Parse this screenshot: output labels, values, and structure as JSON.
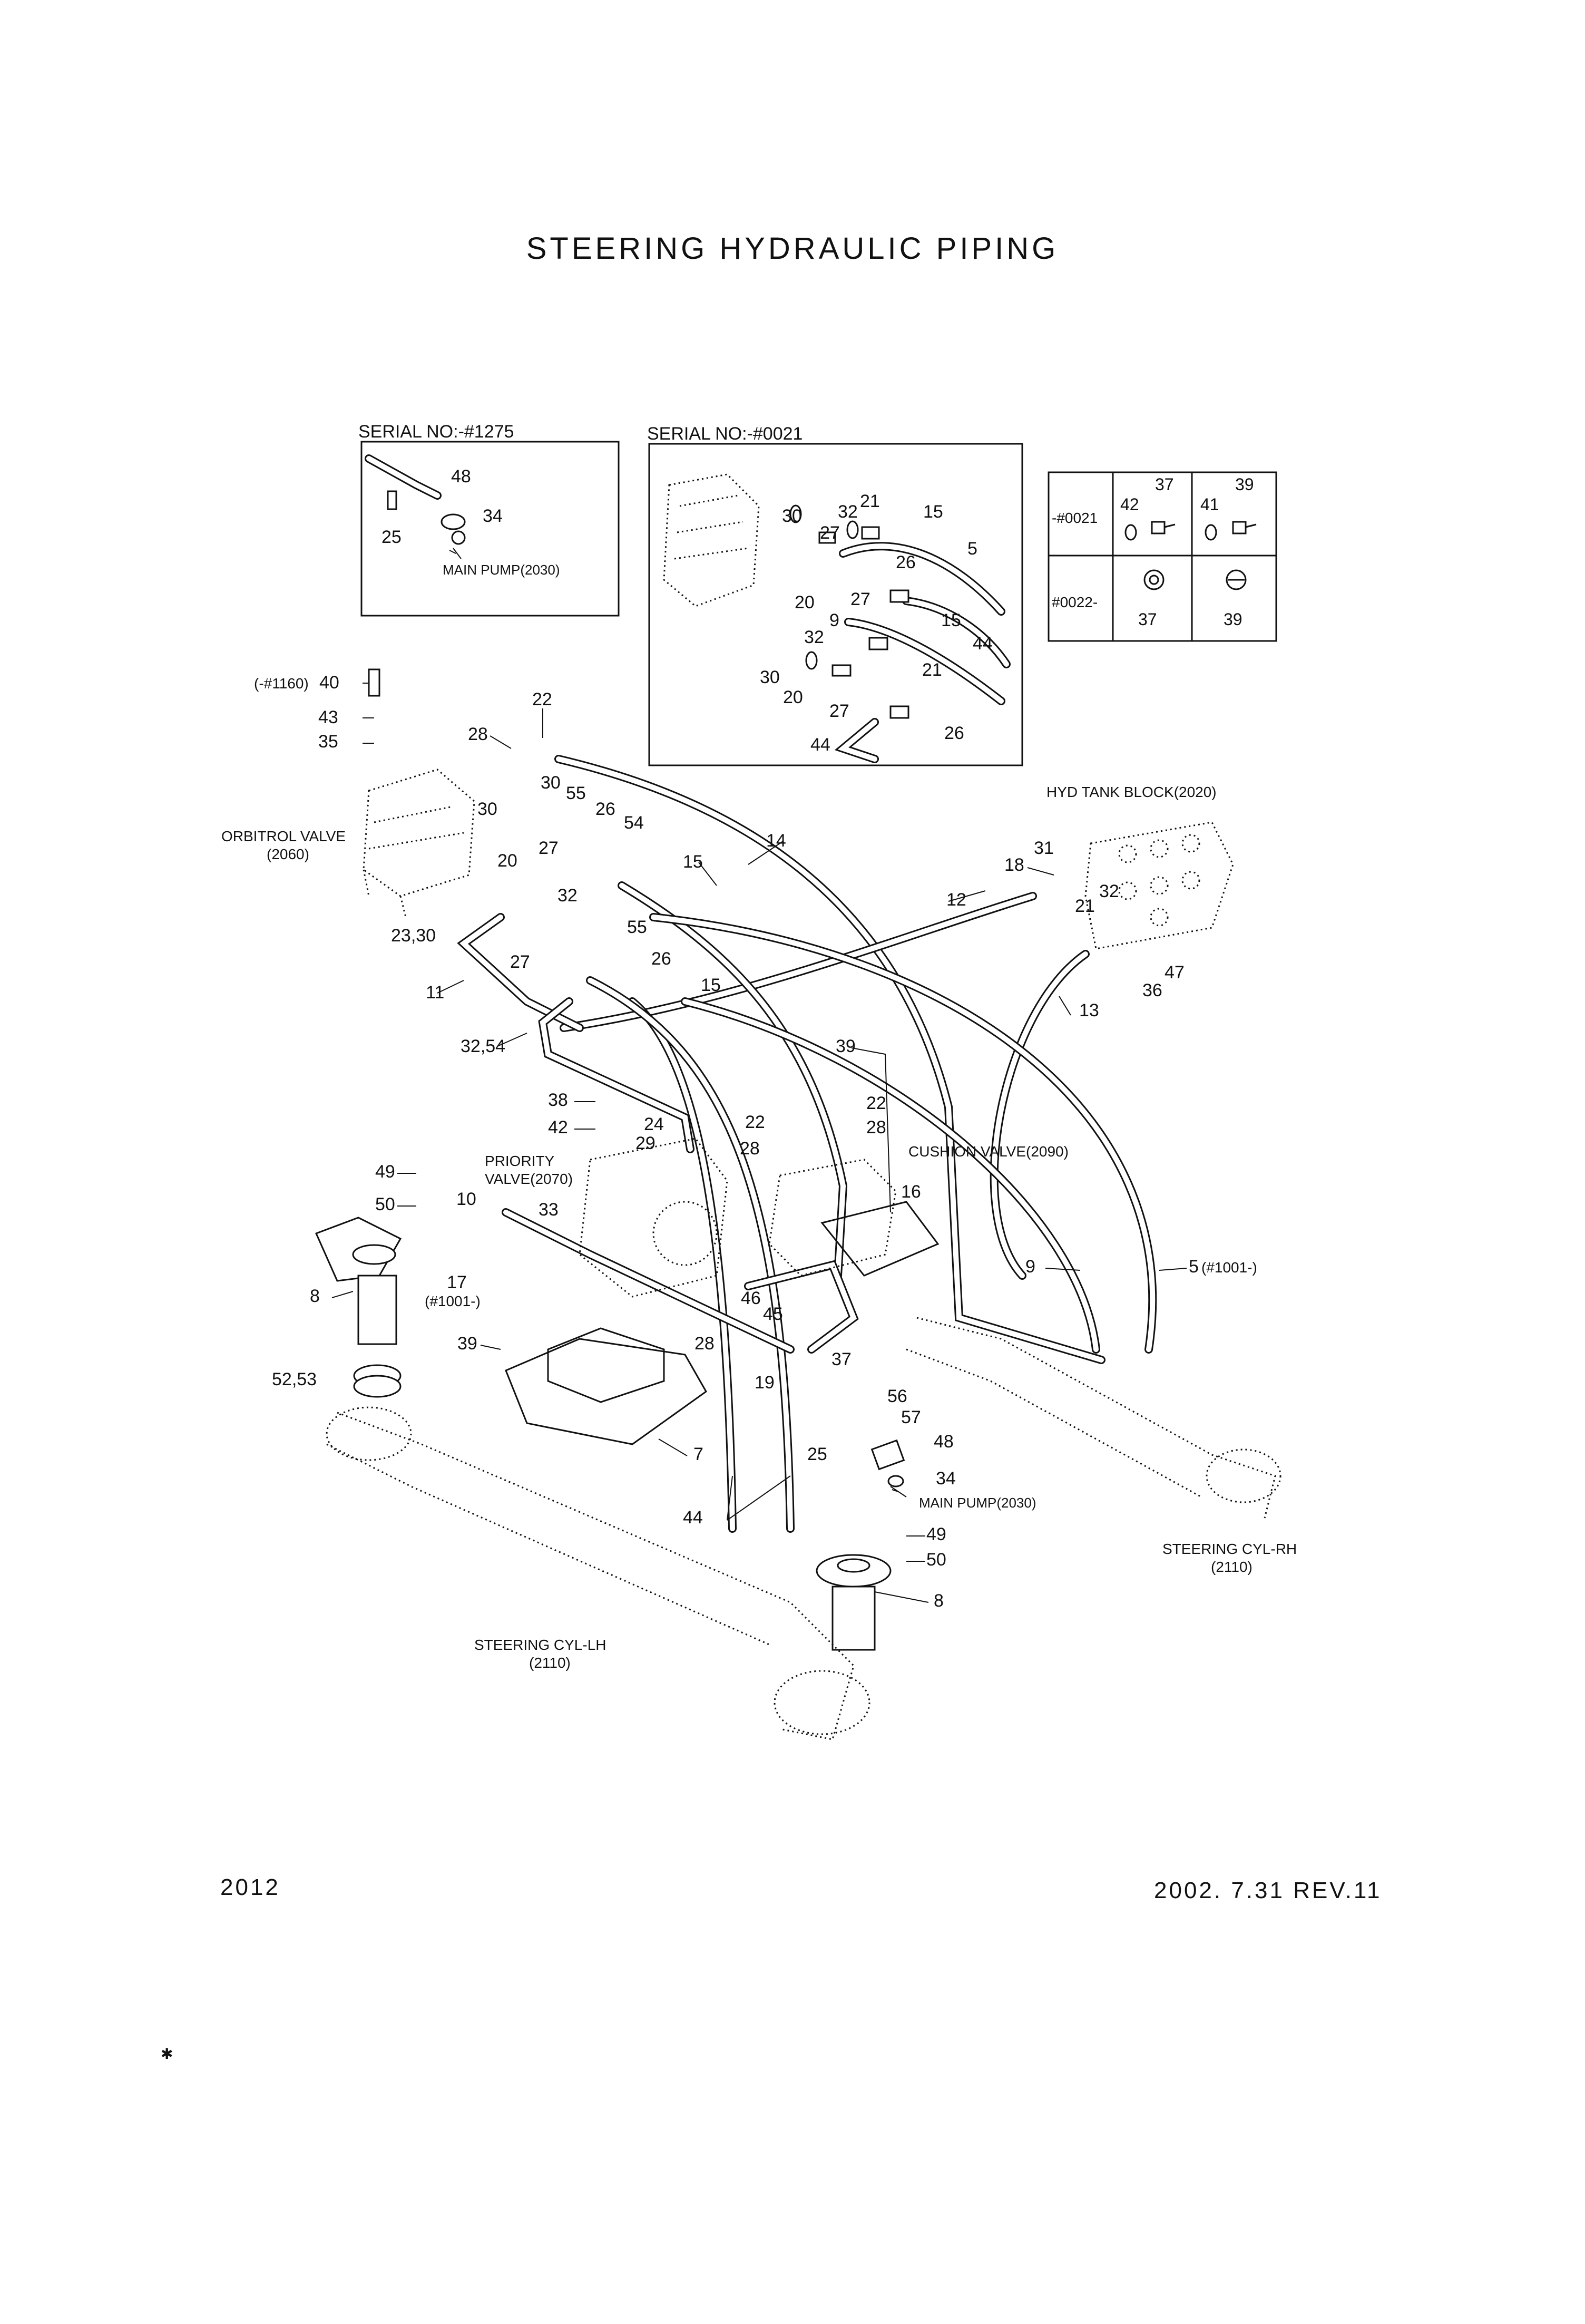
{
  "title": "STEERING HYDRAULIC PIPING",
  "footer": {
    "page_number": "2012",
    "date_rev": "2002. 7.31  REV.11"
  },
  "insets": {
    "serial_1275": {
      "label": "SERIAL NO:-#1275",
      "parts": [
        "48",
        "25",
        "34"
      ],
      "note": "MAIN PUMP(2030)"
    },
    "serial_0021": {
      "label": "SERIAL NO:-#0021",
      "parts": [
        "30",
        "32",
        "21",
        "15",
        "5",
        "27",
        "26",
        "20",
        "9",
        "27",
        "15",
        "44",
        "32",
        "30",
        "21",
        "20",
        "27",
        "26",
        "44"
      ]
    }
  },
  "variant_table": {
    "rows": [
      {
        "label": "-#0021",
        "cells": [
          {
            "parts": [
              "42",
              "37"
            ]
          },
          {
            "parts": [
              "41",
              "39"
            ]
          }
        ]
      },
      {
        "label": "#0022-",
        "cells": [
          {
            "parts": [
              "37"
            ]
          },
          {
            "parts": [
              "39"
            ]
          }
        ]
      }
    ]
  },
  "components": {
    "orbitrol": "ORBITROL VALVE\n(2060)",
    "hyd_tank": "HYD TANK BLOCK(2020)",
    "cushion": "CUSHION VALVE(2090)",
    "priority": "PRIORITY\nVALVE(2070)",
    "main_pump": "MAIN PUMP(2030)",
    "cyl_rh": "STEERING CYL-RH\n(2110)",
    "cyl_lh": "STEERING CYL-LH\n(2110)"
  },
  "callouts": [
    "(-#1160) 40",
    "43",
    "35",
    "28",
    "22",
    "30",
    "55",
    "26",
    "54",
    "30",
    "20",
    "27",
    "32",
    "23,30",
    "11",
    "27",
    "55",
    "26",
    "15",
    "14",
    "15",
    "12",
    "18",
    "31",
    "32",
    "21",
    "47",
    "36",
    "13",
    "32,54",
    "39",
    "22",
    "28",
    "22",
    "28",
    "38",
    "42",
    "24",
    "29",
    "16",
    "49",
    "50",
    "10",
    "33",
    "8",
    "17",
    "(#1001-)",
    "46",
    "45",
    "9",
    "5 (#1001-)",
    "39",
    "28",
    "19",
    "37",
    "52,53",
    "7",
    "56",
    "57",
    "25",
    "48",
    "34",
    "44",
    "49",
    "50",
    "8"
  ]
}
